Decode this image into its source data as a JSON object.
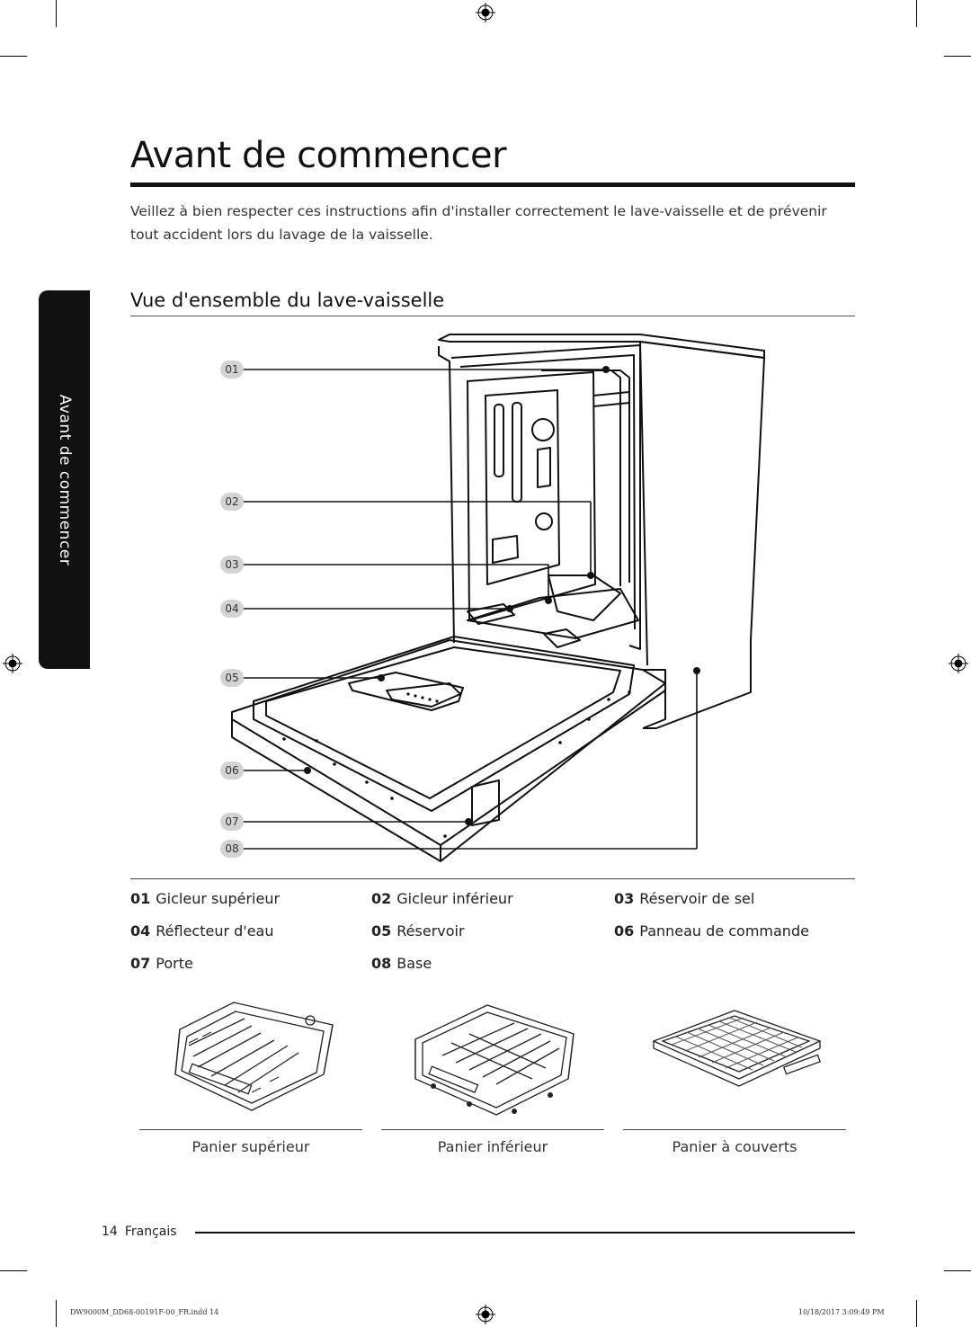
{
  "page": {
    "title": "Avant de commencer",
    "intro": "Veillez à bien respecter ces instructions afin d'installer correctement le lave-vaisselle et de prévenir tout accident lors du lavage de la vaisselle.",
    "section_title": "Vue d'ensemble du lave-vaisselle",
    "side_tab": "Avant de commencer"
  },
  "callouts": [
    "01",
    "02",
    "03",
    "04",
    "05",
    "06",
    "07",
    "08"
  ],
  "legend": [
    {
      "num": "01",
      "label": "Gicleur supérieur"
    },
    {
      "num": "02",
      "label": "Gicleur inférieur"
    },
    {
      "num": "03",
      "label": "Réservoir de sel"
    },
    {
      "num": "04",
      "label": "Réflecteur d'eau"
    },
    {
      "num": "05",
      "label": "Réservoir"
    },
    {
      "num": "06",
      "label": "Panneau de commande"
    },
    {
      "num": "07",
      "label": "Porte"
    },
    {
      "num": "08",
      "label": "Base"
    }
  ],
  "baskets": [
    {
      "label": "Panier supérieur"
    },
    {
      "label": "Panier inférieur"
    },
    {
      "label": "Panier à couverts"
    }
  ],
  "footer": {
    "page_number": "14",
    "language": "Français",
    "slug_left": "DW9000M_DD68-00191F-00_FR.indd   14",
    "slug_right": "10/18/2017   3:09:49 PM"
  }
}
